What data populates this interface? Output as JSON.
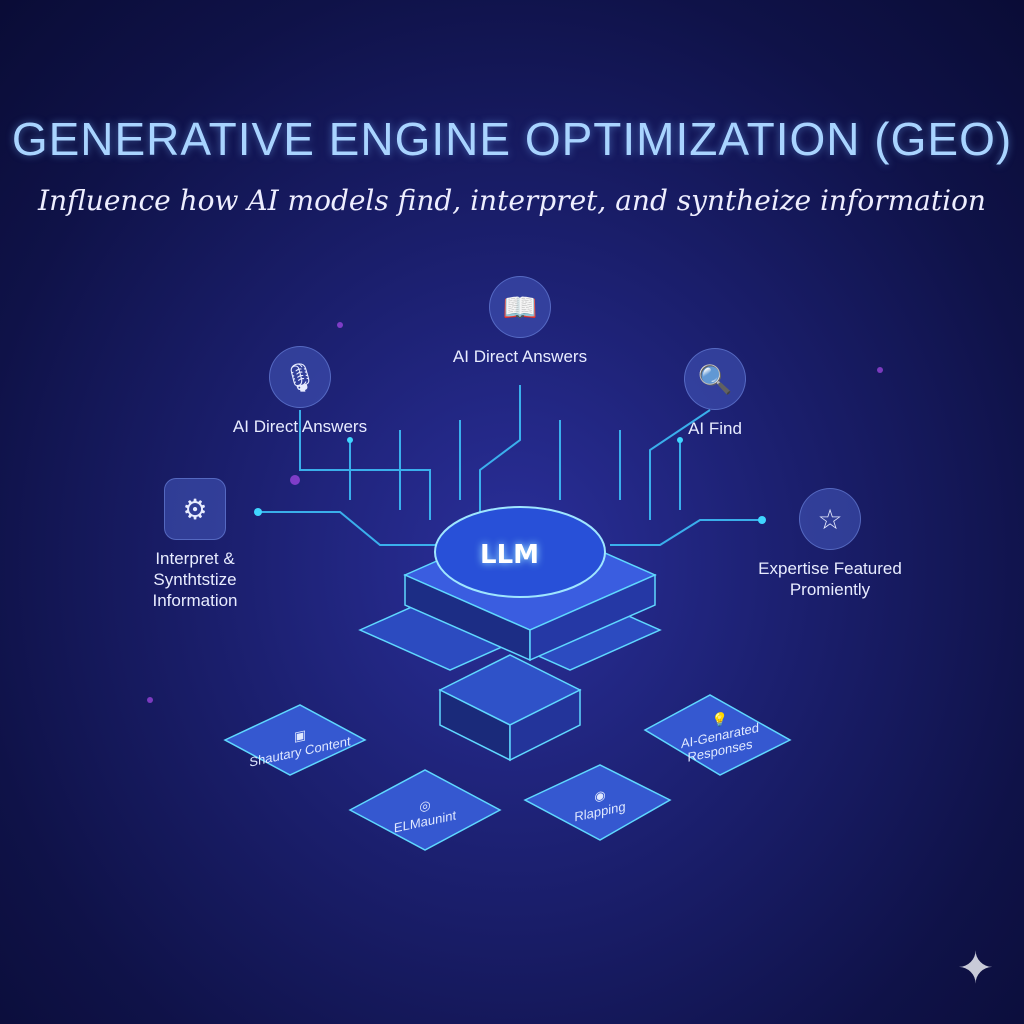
{
  "header": {
    "title": "GENERATIVE ENGINE OPTIMIZATION (GEO)",
    "subtitle": "Influence how AI models find, interpret, and syntheize information"
  },
  "center": {
    "label": "LLM"
  },
  "nodes": [
    {
      "label": "AI Direct Answers",
      "icon": "microphone-icon"
    },
    {
      "label": "AI Direct Answers",
      "icon": "book-gear-icon"
    },
    {
      "label": "AI Find",
      "icon": "magnifier-brain-icon"
    },
    {
      "label": "Interpret & Synthtstize Information",
      "icon": "document-gear-icon"
    },
    {
      "label": "Expertise Featured Promiently",
      "icon": "shield-star-icon"
    }
  ],
  "blocks": [
    {
      "label": "Shautary Content",
      "icon": "chip-icon"
    },
    {
      "label": "ELMaunint",
      "icon": "target-icon"
    },
    {
      "label": "Rlapping",
      "icon": "target-rays-icon"
    },
    {
      "label": "AI-Genarated Responses",
      "icon": "lightbulb-icon"
    }
  ],
  "colors": {
    "background": "#1b1f6e",
    "accent": "#3fd6ff",
    "title": "#a9d4ff"
  }
}
